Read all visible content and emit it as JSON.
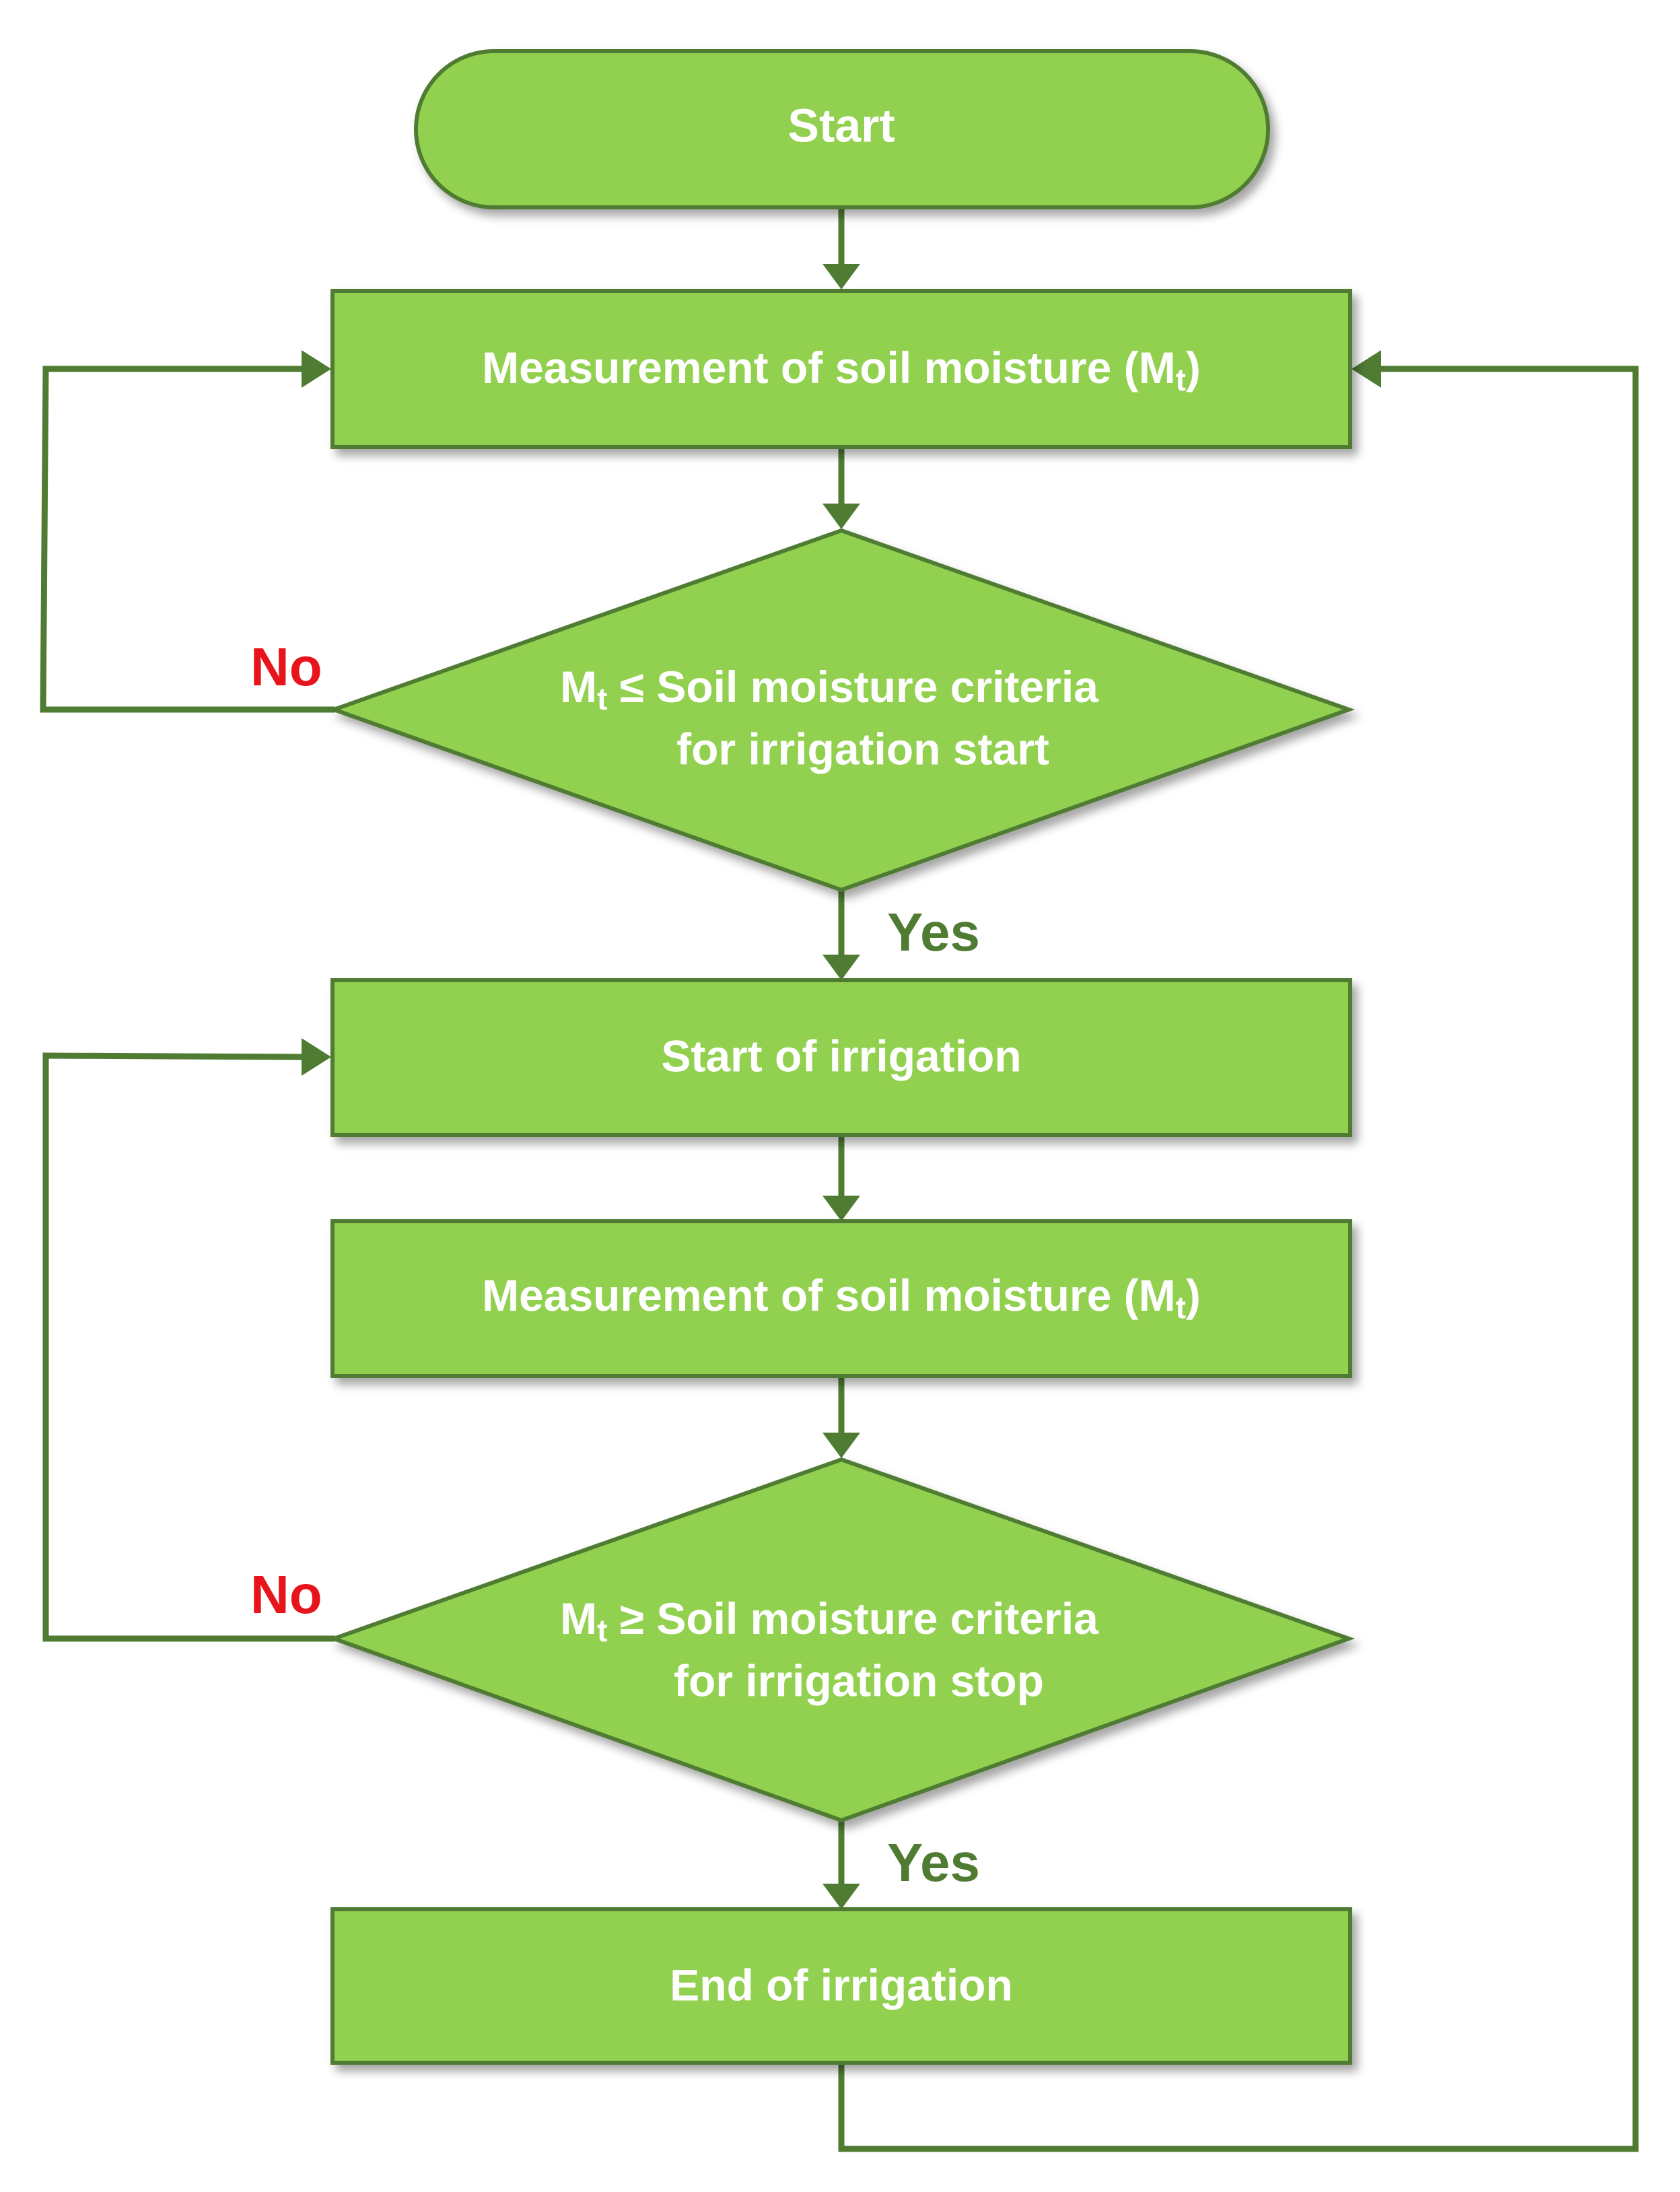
{
  "colors": {
    "fill": "#92d050",
    "stroke": "#4f7c32",
    "text": "#ffffff",
    "no_label": "#e8141b",
    "yes_label": "#4f7c32"
  },
  "nodes": {
    "start": {
      "label": "Start"
    },
    "measure_1": {
      "label": "Measurement of soil moisture (M",
      "sub": "t",
      "suffix": ")"
    },
    "decision_1": {
      "line1_main": "M",
      "line1_sub": "t",
      "line1_rest": " ≤ Soil moisture criteria",
      "line2": "for irrigation start"
    },
    "irrigation_start": {
      "label": "Start of irrigation"
    },
    "measure_2": {
      "label": "Measurement of soil moisture (M",
      "sub": "t",
      "suffix": ")"
    },
    "decision_2": {
      "line1_main": "M",
      "line1_sub": "t",
      "line1_rest": " ≥ Soil moisture criteria",
      "line2": "for irrigation stop"
    },
    "irrigation_end": {
      "label": "End of irrigation"
    }
  },
  "branches": {
    "decision_1_no": "No",
    "decision_1_yes": "Yes",
    "decision_2_no": "No",
    "decision_2_yes": "Yes"
  }
}
